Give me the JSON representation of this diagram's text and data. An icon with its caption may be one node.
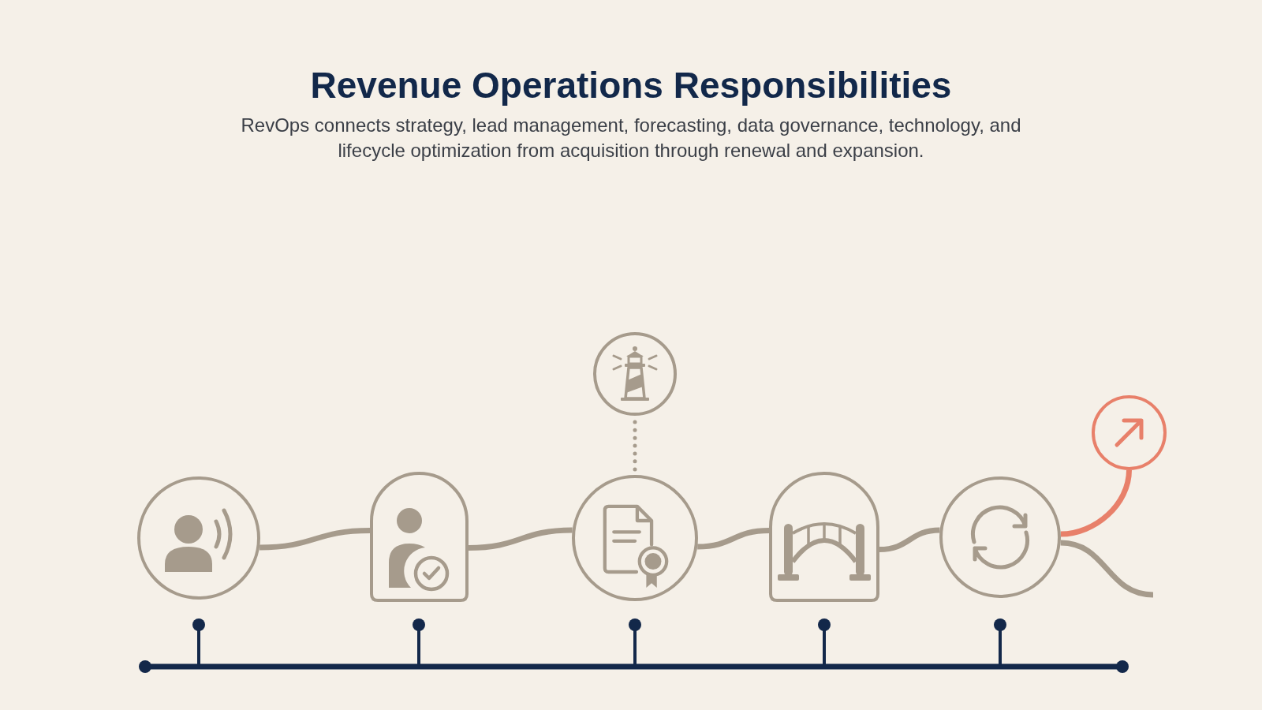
{
  "diagram": {
    "title": "Revenue Operations Responsibilities",
    "caption": "RevOps connects strategy, lead management, forecasting, data governance, technology, and lifecycle optimization from acquisition through renewal and expansion.",
    "nodes": [
      {
        "text": [],
        "shape": "circle"
      },
      {
        "text": [],
        "shape": "arch"
      },
      {
        "text": [],
        "shape": "circle"
      },
      {
        "text": [],
        "shape": "circle"
      },
      {
        "text": [],
        "shape": "arch"
      },
      {
        "text": [],
        "shape": "circle"
      },
      {
        "text": [],
        "shape": "circle"
      }
    ],
    "edges": [
      {
        "from": 0,
        "to": 1,
        "arrow": "none"
      },
      {
        "from": 1,
        "to": 3,
        "arrow": "none"
      },
      {
        "from": 2,
        "to": 3,
        "arrow": "none",
        "style": "dashed"
      },
      {
        "from": 3,
        "to": 4,
        "arrow": "none"
      },
      {
        "from": 4,
        "to": 5,
        "arrow": "none"
      },
      {
        "from": 5,
        "to": 6,
        "arrow": "none",
        "color": "#e8806a"
      },
      {
        "from": 5,
        "to": null,
        "arrow": "none"
      }
    ]
  }
}
